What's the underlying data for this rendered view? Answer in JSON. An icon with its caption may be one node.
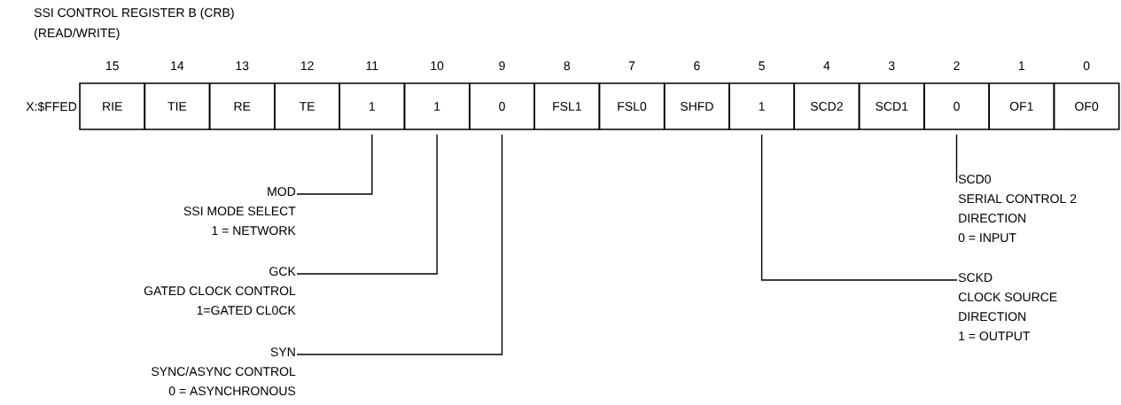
{
  "diagram": {
    "title": "SSI CONTROL REGISTER B (CRB)",
    "labels": [
      "(READ/WRITE)",
      "X:$FFED"
    ],
    "nodes": [
      {
        "text": [
          "RIE"
        ],
        "beside": [
          "15"
        ]
      },
      {
        "text": [
          "TIE"
        ],
        "beside": [
          "14"
        ]
      },
      {
        "text": [
          "RE"
        ],
        "beside": [
          "13"
        ]
      },
      {
        "text": [
          "TE"
        ],
        "beside": [
          "12"
        ]
      },
      {
        "text": [
          "1"
        ],
        "beside": [
          "11"
        ]
      },
      {
        "text": [
          "1"
        ],
        "beside": [
          "10"
        ]
      },
      {
        "text": [
          "0"
        ],
        "beside": [
          "9"
        ]
      },
      {
        "text": [
          "FSL1"
        ],
        "beside": [
          "8"
        ]
      },
      {
        "text": [
          "FSL0"
        ],
        "beside": [
          "7"
        ]
      },
      {
        "text": [
          "SHFD"
        ],
        "beside": [
          "6"
        ]
      },
      {
        "text": [
          "1"
        ],
        "beside": [
          "5"
        ]
      },
      {
        "text": [
          "SCD2"
        ],
        "beside": [
          "4"
        ]
      },
      {
        "text": [
          "SCD1"
        ],
        "beside": [
          "3"
        ]
      },
      {
        "text": [
          "0"
        ],
        "beside": [
          "2"
        ]
      },
      {
        "text": [
          "OF1"
        ],
        "beside": [
          "1"
        ]
      },
      {
        "text": [
          "OF0"
        ],
        "beside": [
          "0"
        ]
      },
      {
        "text": [
          "MOD",
          "SSI MODE SELECT",
          "1 = NETWORK"
        ]
      },
      {
        "text": [
          "GCK",
          "GATED CLOCK CONTROL",
          "1=GATED CL0CK"
        ]
      },
      {
        "text": [
          "SYN",
          "SYNC/ASYNC CONTROL",
          "0 = ASYNCHRONOUS"
        ]
      },
      {
        "text": [
          "SCD0",
          "SERIAL CONTROL 2",
          "DIRECTION",
          "0 = INPUT"
        ]
      },
      {
        "text": [
          "SCKD",
          "CLOCK SOURCE",
          "DIRECTION",
          "1 = OUTPUT"
        ]
      }
    ],
    "edges": [
      {
        "from": 4,
        "to": 16,
        "arrow": "none"
      },
      {
        "from": 5,
        "to": 17,
        "arrow": "none"
      },
      {
        "from": 6,
        "to": 18,
        "arrow": "none"
      },
      {
        "from": 13,
        "to": 19,
        "arrow": "none"
      },
      {
        "from": 10,
        "to": 20,
        "arrow": "none"
      }
    ]
  }
}
